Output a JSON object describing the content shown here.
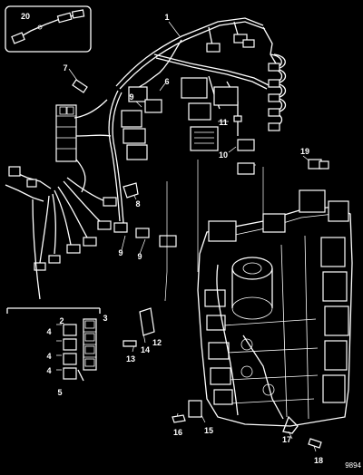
{
  "diagram": {
    "colors": {
      "background": "#000000",
      "line": "#ffffff"
    },
    "callouts": [
      {
        "id": "c20",
        "text": "20"
      },
      {
        "id": "c1",
        "text": "1"
      },
      {
        "id": "c7",
        "text": "7"
      },
      {
        "id": "c6",
        "text": "6"
      },
      {
        "id": "c9a",
        "text": "9"
      },
      {
        "id": "c11",
        "text": "11"
      },
      {
        "id": "c10",
        "text": "10"
      },
      {
        "id": "c19",
        "text": "19"
      },
      {
        "id": "c8",
        "text": "8"
      },
      {
        "id": "c9b",
        "text": "9"
      },
      {
        "id": "c9c",
        "text": "9"
      },
      {
        "id": "c2",
        "text": "2"
      },
      {
        "id": "c3",
        "text": "3"
      },
      {
        "id": "c4a",
        "text": "4"
      },
      {
        "id": "c4b",
        "text": "4"
      },
      {
        "id": "c4c",
        "text": "4"
      },
      {
        "id": "c5",
        "text": "5"
      },
      {
        "id": "c12",
        "text": "12"
      },
      {
        "id": "c13",
        "text": "13"
      },
      {
        "id": "c14",
        "text": "14"
      },
      {
        "id": "c15",
        "text": "15"
      },
      {
        "id": "c16",
        "text": "16"
      },
      {
        "id": "c17",
        "text": "17"
      },
      {
        "id": "c18",
        "text": "18"
      }
    ],
    "drawing_number": "9894"
  }
}
